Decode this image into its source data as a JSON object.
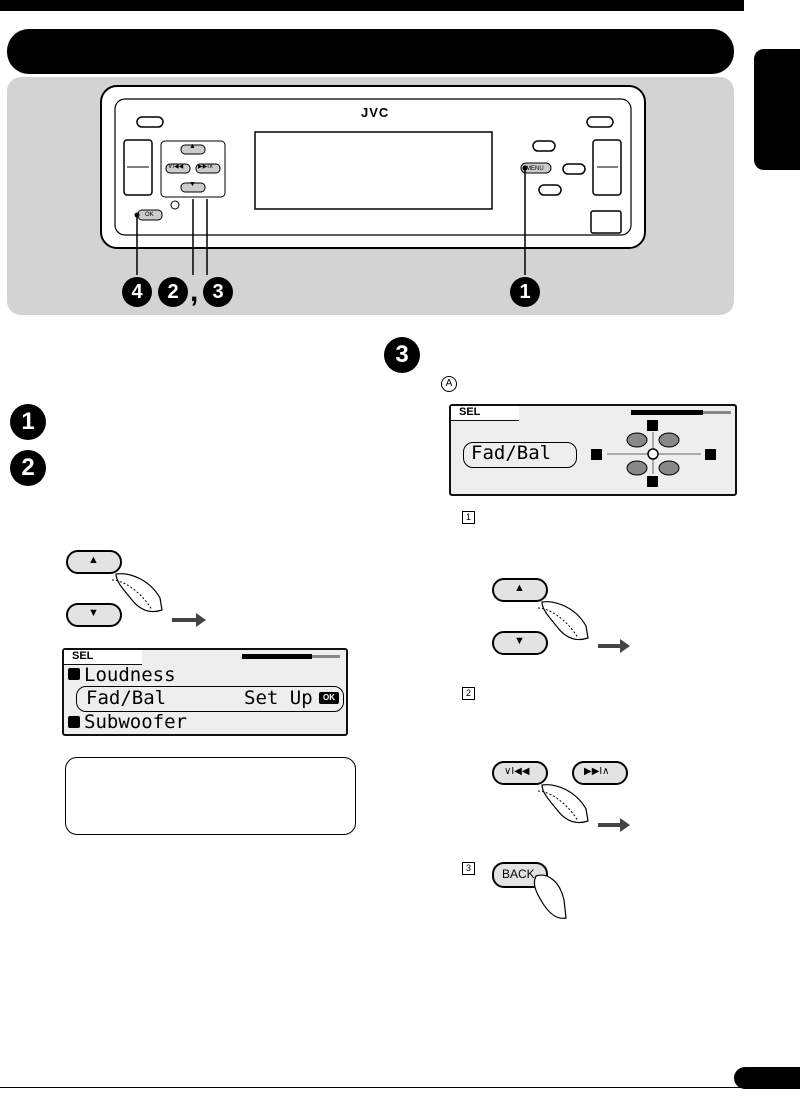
{
  "device": {
    "brand": "JVC",
    "menu_label": "MENU",
    "ok_label": "OK",
    "up_arrow": "▲",
    "down_arrow": "▼",
    "prev_label": "∨I◀◀",
    "next_label": "▶▶I∧"
  },
  "callouts": {
    "four": "4",
    "two": "2",
    "three": "3",
    "one": "1",
    "comma": ","
  },
  "step_circles": {
    "one": "1",
    "two": "2",
    "three": "3"
  },
  "circled_a": "A",
  "substeps": [
    "1",
    "2",
    "3"
  ],
  "lcd_list": {
    "tab": "SEL",
    "items": [
      "Loudness",
      "Fad/Bal",
      "Subwoofer"
    ],
    "selected_action": "Set Up",
    "ok_badge": "OK"
  },
  "lcd_fader": {
    "tab": "SEL",
    "label": "Fad/Bal"
  },
  "buttons": {
    "back": "BACK",
    "up": "▲",
    "down": "▼",
    "prev": "∨I◀◀",
    "next": "▶▶I∧"
  }
}
